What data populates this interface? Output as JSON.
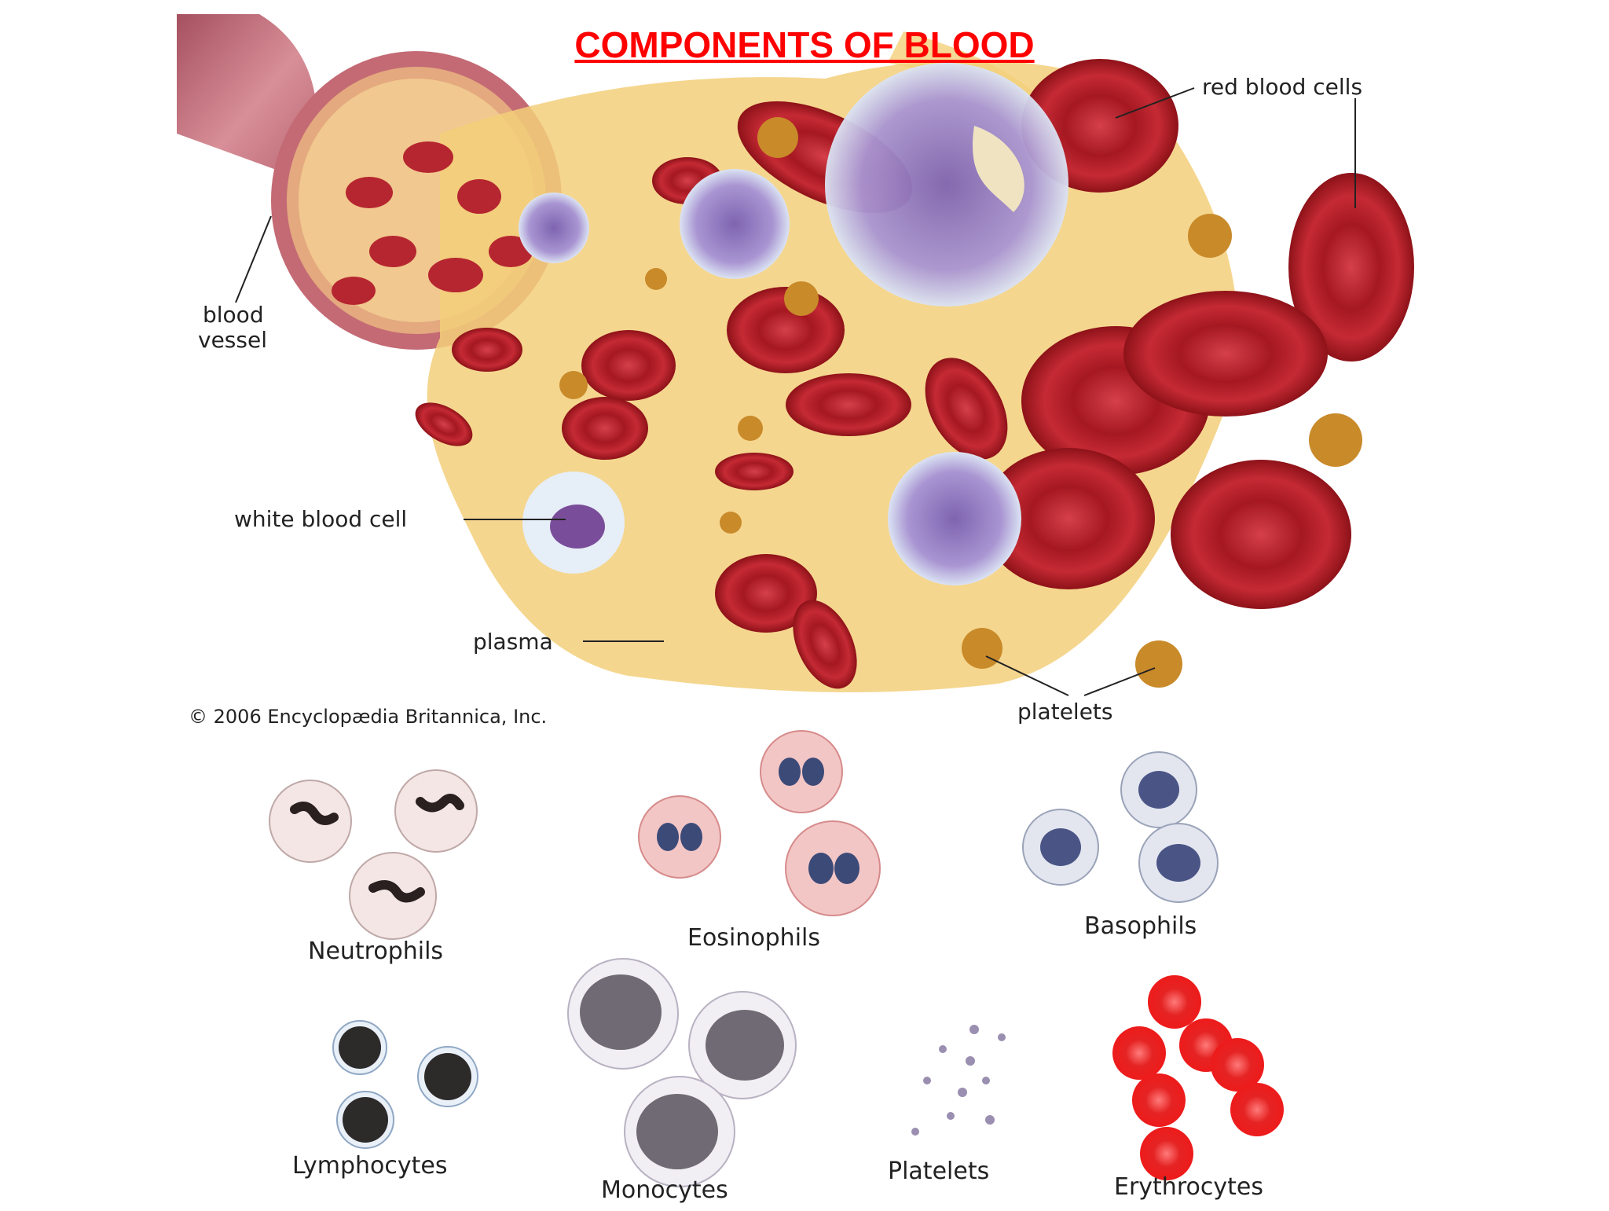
{
  "title": "COMPONENTS OF BLOOD",
  "illustration": {
    "labels": {
      "red_blood_cells": "red blood cells",
      "blood_vessel_line1": "blood",
      "blood_vessel_line2": "vessel",
      "white_blood_cell": "white blood cell",
      "plasma": "plasma",
      "platelets": "platelets"
    },
    "copyright": "© 2006 Encyclopædia Britannica, Inc."
  },
  "cell_types": {
    "neutrophils": "Neutrophils",
    "eosinophils": "Eosinophils",
    "basophils": "Basophils",
    "lymphocytes": "Lymphocytes",
    "monocytes": "Monocytes",
    "platelets": "Platelets",
    "erythrocytes": "Erythrocytes"
  },
  "colors": {
    "title": "#ff0000",
    "rbc": "#c0242b",
    "plasma": "#f3cf7a",
    "vessel": "#b55a68",
    "wbc": "#9a86c4"
  }
}
